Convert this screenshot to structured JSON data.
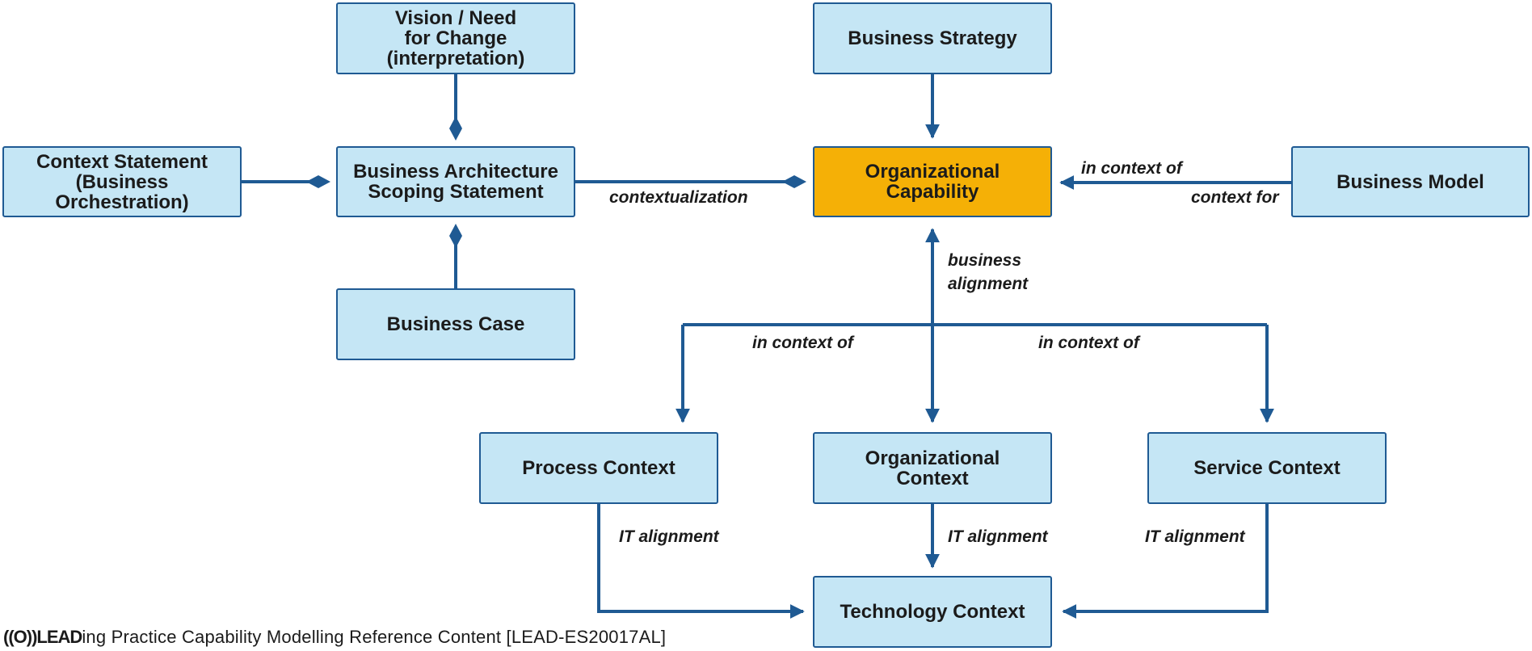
{
  "colors": {
    "box_fill": "#c5e6f5",
    "box_border": "#1f5a93",
    "highlight_fill": "#f5b006",
    "line": "#1f5a93"
  },
  "nodes": {
    "vision": "Vision / Need\nfor Change\n(interpretation)",
    "business_strategy": "Business Strategy",
    "context_statement": "Context Statement\n(Business\nOrchestration)",
    "scoping_statement": "Business Architecture\nScoping Statement",
    "organizational_capability": "Organizational\nCapability",
    "business_model": "Business Model",
    "business_case": "Business Case",
    "process_context": "Process Context",
    "organizational_context": "Organizational\nContext",
    "service_context": "Service Context",
    "technology_context": "Technology Context"
  },
  "relations": {
    "contextualization": "contextualization",
    "in_context_of_model": "in context of",
    "context_for": "context for",
    "business_alignment": "business\nalignment",
    "in_context_of_left": "in context of",
    "in_context_of_right": "in context of",
    "it_alignment_process": "IT alignment",
    "it_alignment_org": "IT alignment",
    "it_alignment_service": "IT alignment"
  },
  "footer": {
    "logo": "((O))LEAD",
    "text": "ing Practice Capability Modelling Reference Content [LEAD-ES20017AL]"
  }
}
